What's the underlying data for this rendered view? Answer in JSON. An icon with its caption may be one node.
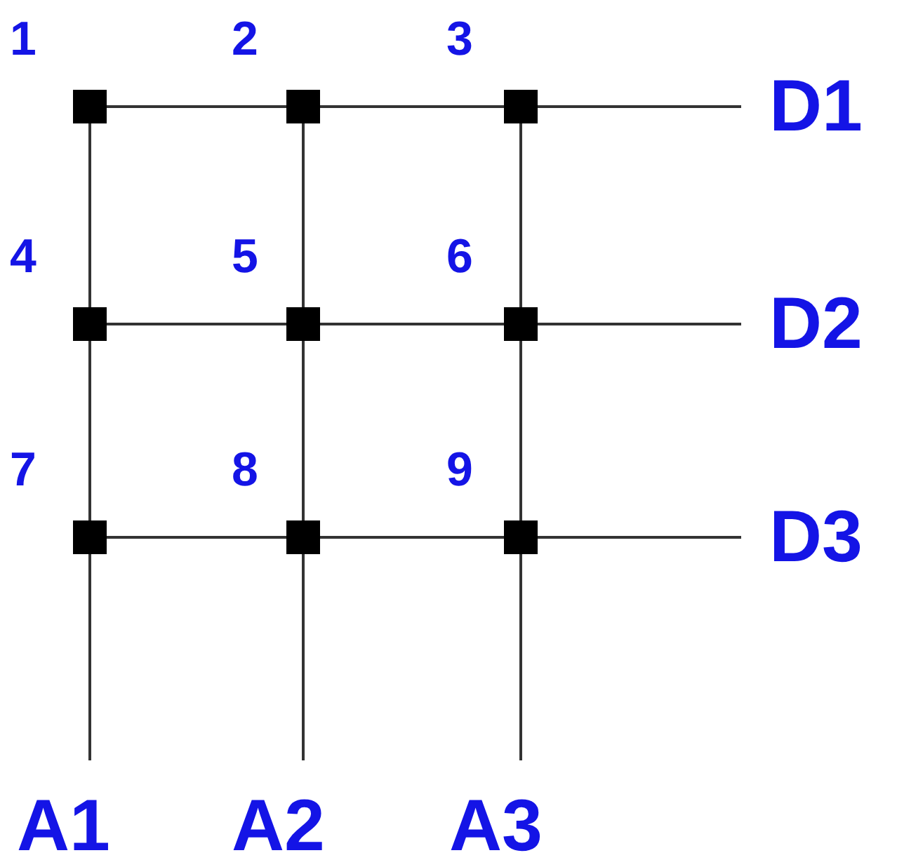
{
  "diagram": {
    "nodes": [
      {
        "text": [],
        "shape": "box",
        "beside": [
          "1"
        ]
      },
      {
        "text": [],
        "shape": "box",
        "beside": [
          "2"
        ]
      },
      {
        "text": [],
        "shape": "box",
        "beside": [
          "3"
        ]
      },
      {
        "text": [],
        "shape": "box",
        "beside": [
          "4"
        ]
      },
      {
        "text": [],
        "shape": "box",
        "beside": [
          "5"
        ]
      },
      {
        "text": [],
        "shape": "box",
        "beside": [
          "6"
        ]
      },
      {
        "text": [],
        "shape": "box",
        "beside": [
          "7"
        ]
      },
      {
        "text": [],
        "shape": "box",
        "beside": [
          "8"
        ]
      },
      {
        "text": [],
        "shape": "box",
        "beside": [
          "9"
        ]
      },
      {
        "text": [
          "D1"
        ]
      },
      {
        "text": [
          "D2"
        ]
      },
      {
        "text": [
          "D3"
        ]
      },
      {
        "text": [
          "A1"
        ]
      },
      {
        "text": [
          "A2"
        ]
      },
      {
        "text": [
          "A3"
        ]
      }
    ],
    "edges": [
      {
        "from": 0,
        "to": 1,
        "arrow": "none"
      },
      {
        "from": 1,
        "to": 2,
        "arrow": "none"
      },
      {
        "from": 2,
        "to": 9,
        "arrow": "none"
      },
      {
        "from": 3,
        "to": 4,
        "arrow": "none"
      },
      {
        "from": 4,
        "to": 5,
        "arrow": "none"
      },
      {
        "from": 5,
        "to": 10,
        "arrow": "none"
      },
      {
        "from": 6,
        "to": 7,
        "arrow": "none"
      },
      {
        "from": 7,
        "to": 8,
        "arrow": "none"
      },
      {
        "from": 8,
        "to": 11,
        "arrow": "none"
      },
      {
        "from": 0,
        "to": 3,
        "arrow": "none"
      },
      {
        "from": 3,
        "to": 6,
        "arrow": "none"
      },
      {
        "from": 6,
        "to": 12,
        "arrow": "none"
      },
      {
        "from": 1,
        "to": 4,
        "arrow": "none"
      },
      {
        "from": 4,
        "to": 7,
        "arrow": "none"
      },
      {
        "from": 7,
        "to": 13,
        "arrow": "none"
      },
      {
        "from": 2,
        "to": 5,
        "arrow": "none"
      },
      {
        "from": 5,
        "to": 8,
        "arrow": "none"
      },
      {
        "from": 8,
        "to": 14,
        "arrow": "none"
      }
    ]
  }
}
